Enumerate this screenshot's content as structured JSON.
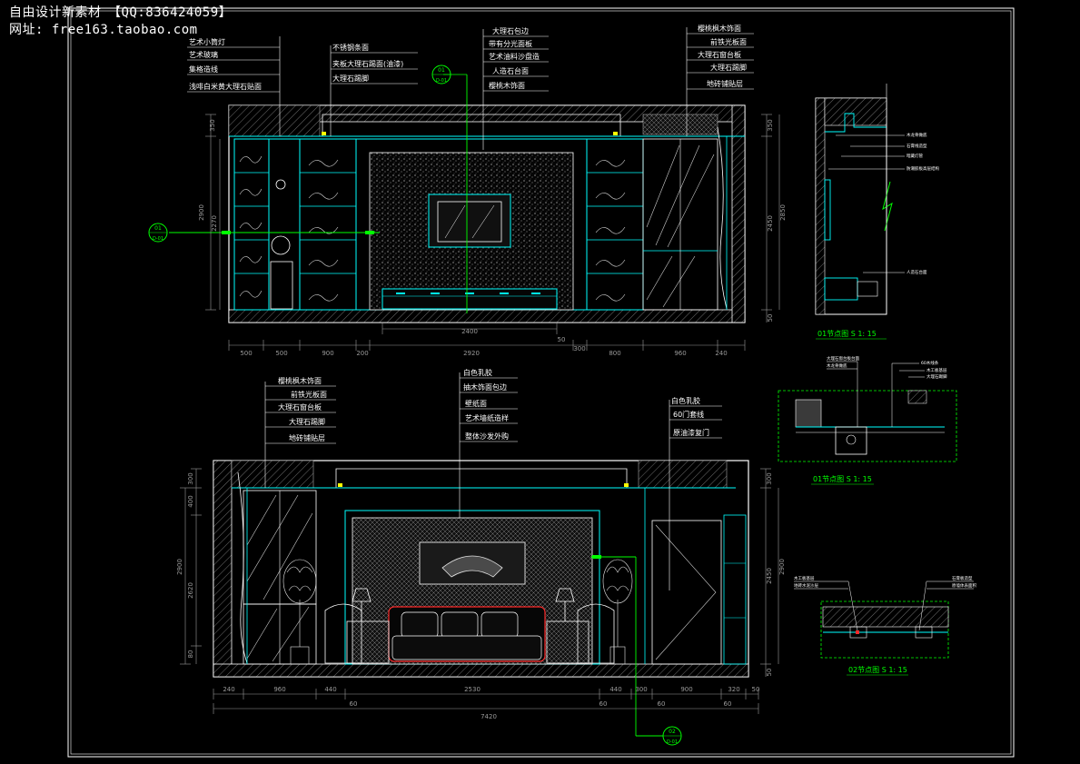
{
  "watermark": {
    "line1": "自由设计新素材　【QQ:836424059】",
    "line2": "网址: free163.taobao.com"
  },
  "colors": {
    "background": "#000000",
    "line_white": "#ffffff",
    "line_cyan": "#00ffff",
    "line_green": "#00ff00",
    "line_yellow": "#ffff00",
    "line_gray": "#9a9a9a",
    "accent_red": "#ff2a2a"
  },
  "elev1": {
    "callouts_left": [
      "艺术小筒灯",
      "艺术玻璃",
      "集格造线",
      "浅啡白米黄大理石贴面"
    ],
    "callouts_mid": [
      "不锈钢条面",
      "夹板大理石踢面(油漆)",
      "大理石踢脚"
    ],
    "callouts_center": [
      "大理石包边",
      "带有分光面板",
      "艺术油料沙盘造",
      "人造石台面",
      "樱桃木饰面"
    ],
    "callouts_right": [
      "樱桃枫木饰面",
      "前铁光板面",
      "大理石窗台板",
      "大理石踢脚",
      "地砖铺贴层"
    ],
    "section_mark": "01",
    "section_sub": "D-01",
    "dims_bottom": [
      "500",
      "500",
      "900",
      "200",
      "2920",
      "300",
      "800",
      "960",
      "240"
    ],
    "dim_inner": "2400",
    "dim_tv": "50",
    "dims_left": [
      "350",
      "2900",
      "2270"
    ],
    "dims_right": [
      "350",
      "2450",
      "2850",
      "50"
    ]
  },
  "elev2": {
    "callouts_left": [
      "樱桃枫木饰面",
      "前铁光板面",
      "大理石窗台板",
      "大理石踢脚",
      "地砖铺贴层"
    ],
    "callouts_center": [
      "白色乳胶",
      "抽木饰面包边",
      "壁纸面",
      "艺术墙纸造样",
      "整体沙发外购"
    ],
    "callouts_right": [
      "白色乳胶",
      "60门套线",
      "原油漆复门"
    ],
    "dims_bottom": [
      "240",
      "960",
      "440",
      "2530",
      "440",
      "300",
      "900",
      "320",
      "50"
    ],
    "dims_sub": [
      "60",
      "60",
      "60",
      "60"
    ],
    "dim_total": "7420",
    "dims_left": [
      "300",
      "400",
      "2900",
      "2620",
      "80"
    ],
    "dims_right": [
      "300",
      "2900",
      "2450",
      "50"
    ],
    "section_mark": "02",
    "section_sub": "D-01"
  },
  "detail1": {
    "title": "01节点图 S 1: 15",
    "labels": [
      "木龙骨做底",
      "石膏线造型",
      "暗藏灯管",
      "防潮胶板高层结构",
      "人造石台面"
    ]
  },
  "detail2": {
    "title": "01节点图 S 1: 15",
    "labels": [
      "大理石窗台板台面",
      "木龙骨做底",
      "60木线条",
      "木工板基层",
      "大理石踢脚"
    ]
  },
  "detail3": {
    "title": "02节点图 S 1: 15",
    "labels": [
      "木工板基层",
      "地砖水泥沙层",
      "石膏板造型",
      "原墙体表面积"
    ]
  }
}
